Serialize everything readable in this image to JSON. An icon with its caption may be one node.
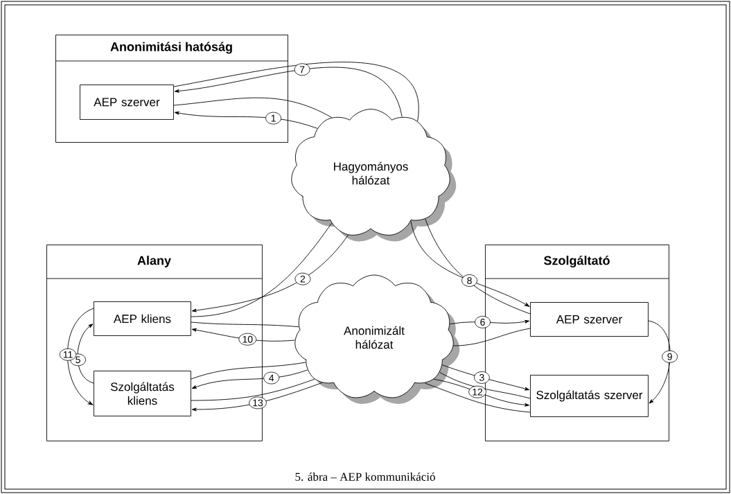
{
  "diagram": {
    "caption": "5. ábra – AEP kommunikáció",
    "nodes": [
      {
        "text": [
          "Anonimitási hatóság"
        ]
      },
      {
        "text": [
          "AEP szerver"
        ],
        "in": 0
      },
      {
        "text": [
          "Hagyományos hálózat"
        ]
      },
      {
        "text": [
          "Alany"
        ]
      },
      {
        "text": [
          "AEP kliens"
        ],
        "in": 3
      },
      {
        "text": [
          "Szolgáltatás kliens"
        ],
        "in": 3
      },
      {
        "text": [
          "Anonimizált hálózat"
        ]
      },
      {
        "text": [
          "Szolgáltató"
        ]
      },
      {
        "text": [
          "AEP szerver"
        ],
        "in": 7
      },
      {
        "text": [
          "Szolgáltatás szerver"
        ],
        "in": 7
      }
    ],
    "edges": [
      {
        "from": 2,
        "to": 1,
        "arrow": "to",
        "label": "1"
      },
      {
        "from": 4,
        "to": 2,
        "arrow": "none"
      },
      {
        "from": 2,
        "to": 4,
        "arrow": "to",
        "label": "2"
      },
      {
        "from": 1,
        "to": 2,
        "arrow": "none"
      },
      {
        "from": 6,
        "to": 9,
        "arrow": "to",
        "label": "3"
      },
      {
        "from": 5,
        "to": 6,
        "arrow": "none"
      },
      {
        "from": 6,
        "to": 5,
        "arrow": "to",
        "label": "4"
      },
      {
        "from": 9,
        "to": 6,
        "arrow": "none"
      },
      {
        "from": 5,
        "to": 4,
        "arrow": "to",
        "label": "5"
      },
      {
        "from": 6,
        "to": 8,
        "arrow": "to",
        "label": "6"
      },
      {
        "from": 4,
        "to": 6,
        "arrow": "none"
      },
      {
        "from": 2,
        "to": 1,
        "arrow": "to",
        "label": "7"
      },
      {
        "from": 8,
        "to": 2,
        "arrow": "none"
      },
      {
        "from": 2,
        "to": 8,
        "arrow": "to",
        "label": "8"
      },
      {
        "from": 1,
        "to": 2,
        "arrow": "none"
      },
      {
        "from": 8,
        "to": 9,
        "arrow": "to",
        "label": "9"
      },
      {
        "from": 6,
        "to": 4,
        "arrow": "to",
        "label": "10"
      },
      {
        "from": 8,
        "to": 6,
        "arrow": "none"
      },
      {
        "from": 4,
        "to": 5,
        "arrow": "to",
        "label": "11"
      },
      {
        "from": 6,
        "to": 9,
        "arrow": "to",
        "label": "12"
      },
      {
        "from": 5,
        "to": 6,
        "arrow": "none"
      },
      {
        "from": 6,
        "to": 5,
        "arrow": "to",
        "label": "13"
      },
      {
        "from": 9,
        "to": 6,
        "arrow": "none"
      }
    ]
  }
}
